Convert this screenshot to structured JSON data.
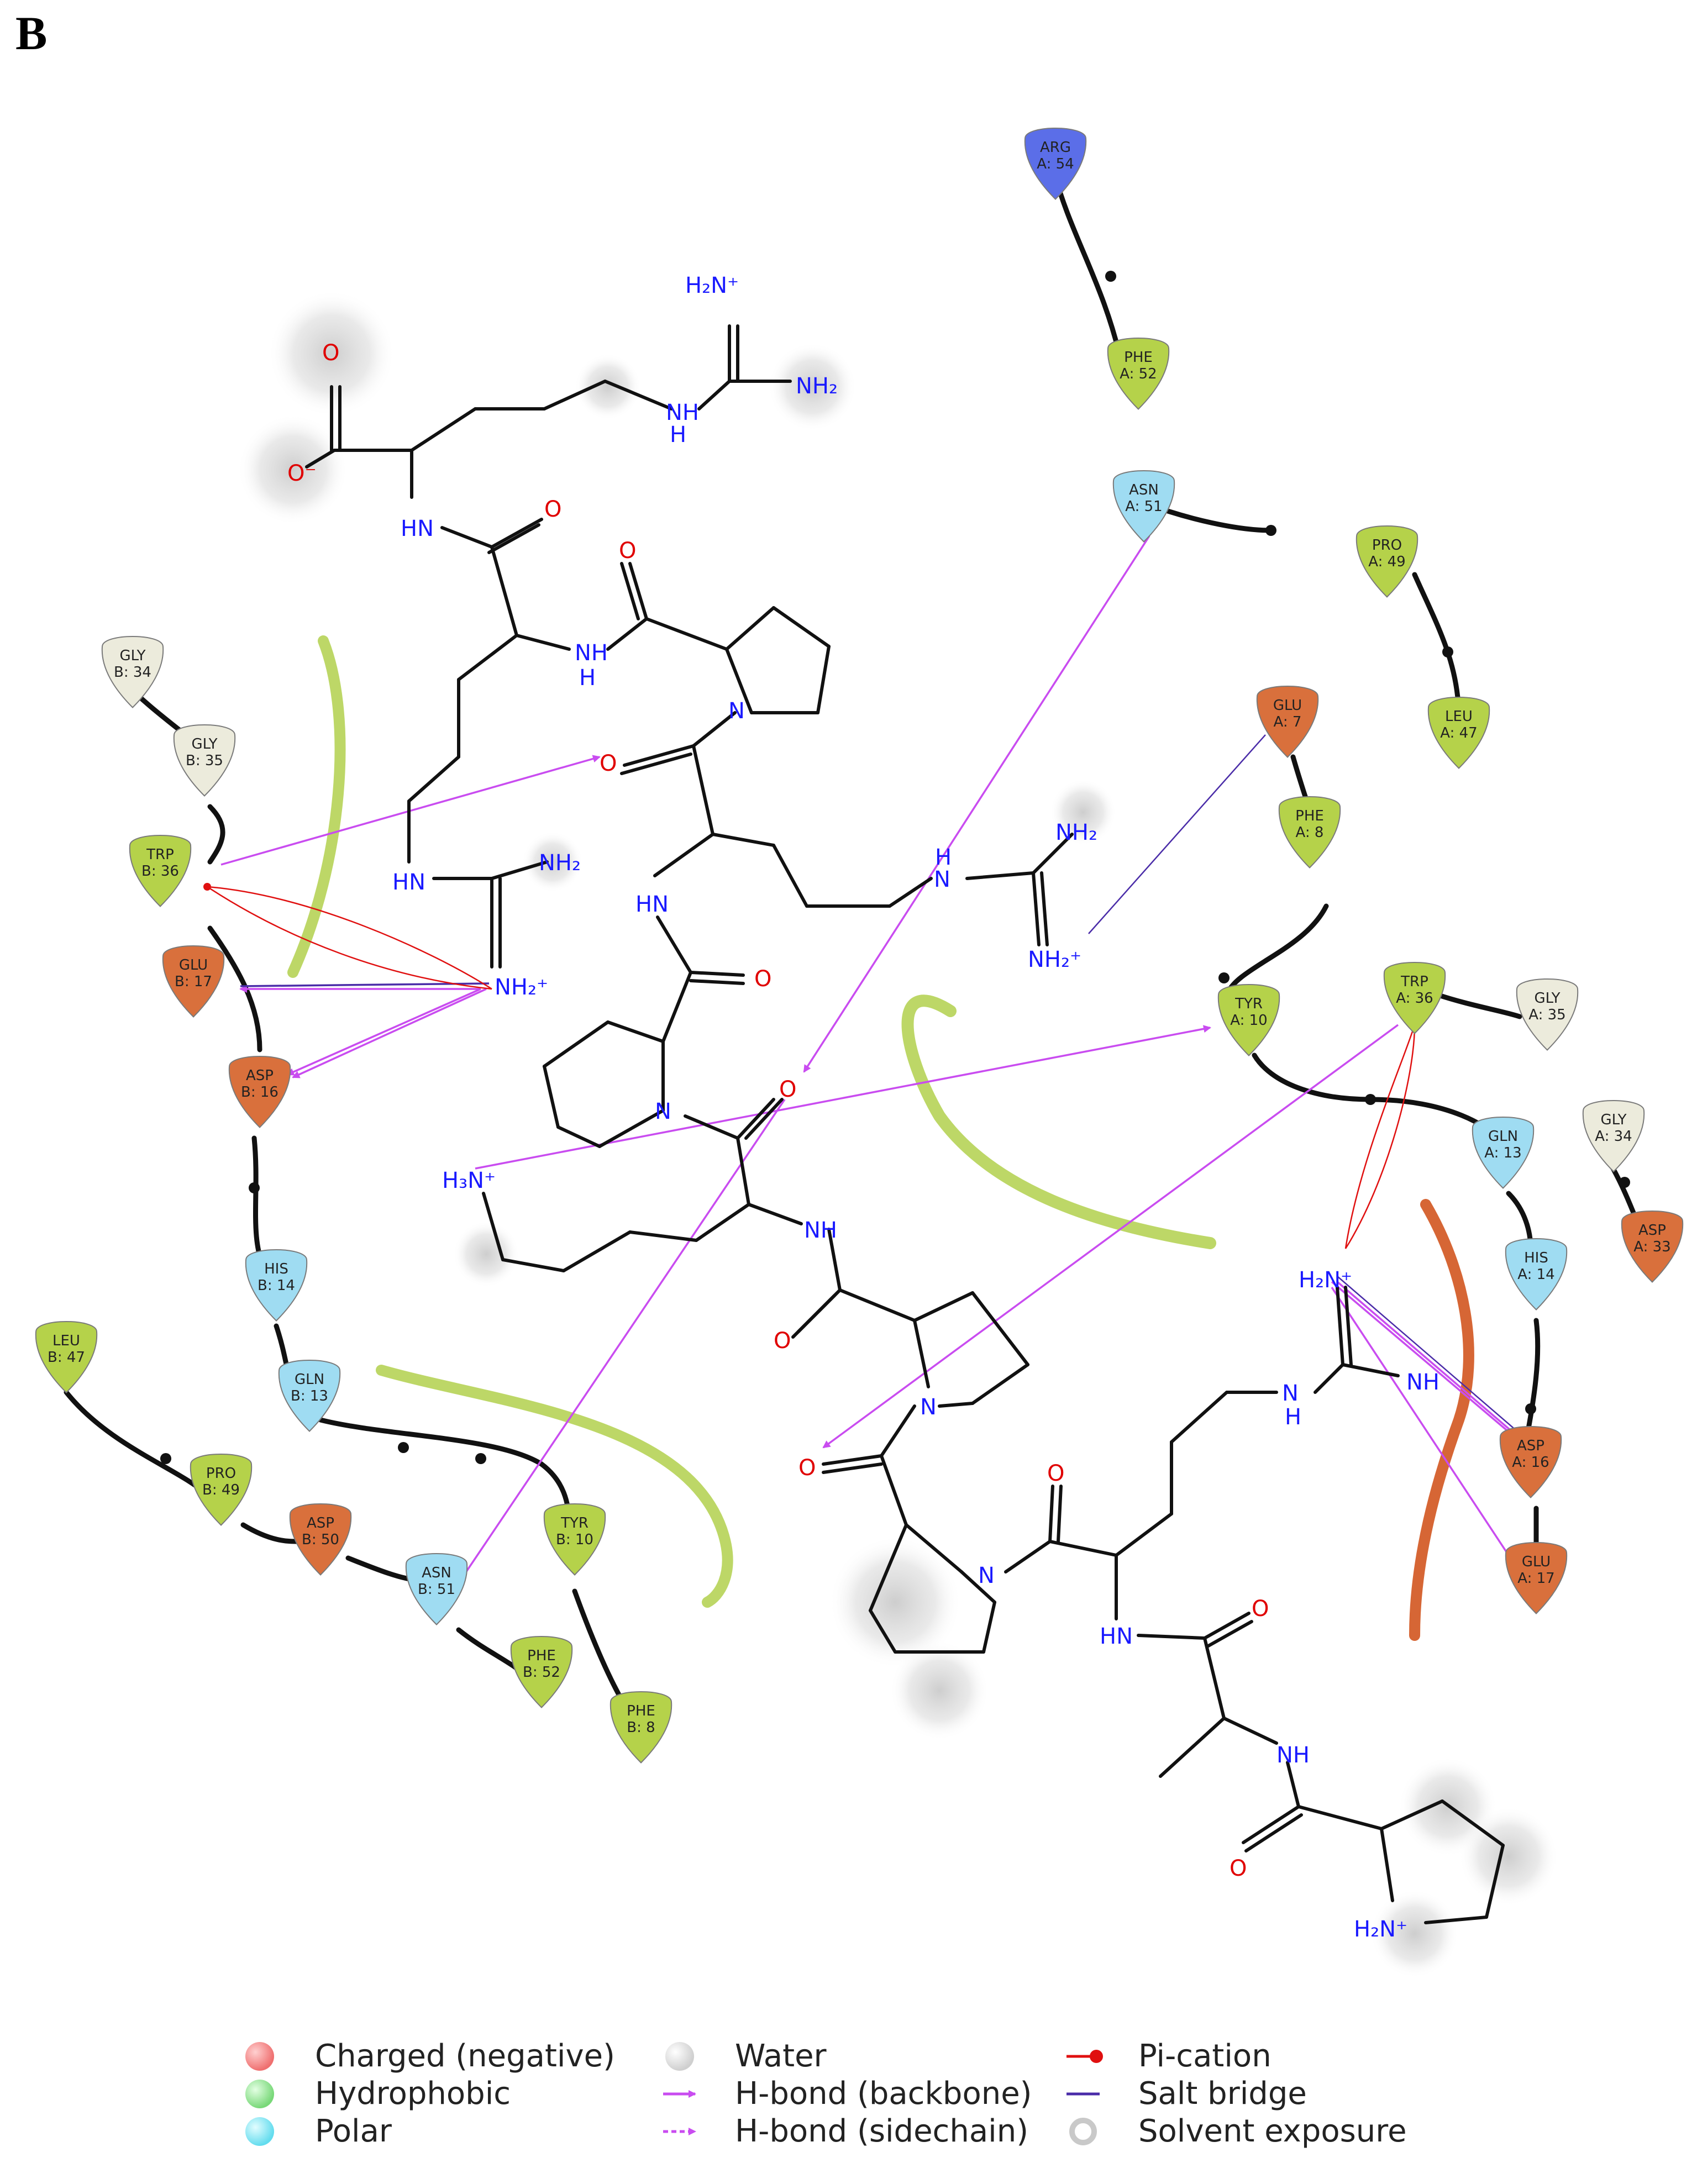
{
  "panel_label": "B",
  "residues": [
    {
      "id": "r1",
      "label": "ARG",
      "sub": "A: 54",
      "kind": "positive",
      "color": "#5b6ee8"
    },
    {
      "id": "r2",
      "label": "PHE",
      "sub": "A: 52",
      "kind": "hydrophobic",
      "color": "#b5d24a"
    },
    {
      "id": "r3",
      "label": "ASN",
      "sub": "A: 51",
      "kind": "polar",
      "color": "#9fdcf2"
    },
    {
      "id": "r4",
      "label": "PRO",
      "sub": "A: 49",
      "kind": "hydrophobic",
      "color": "#b5d24a"
    },
    {
      "id": "r5",
      "label": "LEU",
      "sub": "A: 47",
      "kind": "hydrophobic",
      "color": "#b5d24a"
    },
    {
      "id": "r6",
      "label": "GLU",
      "sub": "A: 7",
      "kind": "negative",
      "color": "#d9703c"
    },
    {
      "id": "r7",
      "label": "PHE",
      "sub": "A: 8",
      "kind": "hydrophobic",
      "color": "#b5d24a"
    },
    {
      "id": "r8",
      "label": "TYR",
      "sub": "A: 10",
      "kind": "hydrophobic",
      "color": "#b5d24a"
    },
    {
      "id": "r9",
      "label": "TRP",
      "sub": "A: 36",
      "kind": "hydrophobic",
      "color": "#b5d24a"
    },
    {
      "id": "r10",
      "label": "GLY",
      "sub": "A: 35",
      "kind": "glycine",
      "color": "#ecebdc"
    },
    {
      "id": "r11",
      "label": "GLY",
      "sub": "A: 34",
      "kind": "glycine",
      "color": "#ecebdc"
    },
    {
      "id": "r12",
      "label": "ASP",
      "sub": "A: 33",
      "kind": "negative",
      "color": "#d9703c"
    },
    {
      "id": "r13",
      "label": "GLN",
      "sub": "A: 13",
      "kind": "polar",
      "color": "#9fdcf2"
    },
    {
      "id": "r14",
      "label": "HIS",
      "sub": "A: 14",
      "kind": "polar",
      "color": "#9fdcf2"
    },
    {
      "id": "r15",
      "label": "ASP",
      "sub": "A: 16",
      "kind": "negative",
      "color": "#d9703c"
    },
    {
      "id": "r16",
      "label": "GLU",
      "sub": "A: 17",
      "kind": "negative",
      "color": "#d9703c"
    },
    {
      "id": "r17",
      "label": "GLY",
      "sub": "B: 34",
      "kind": "glycine",
      "color": "#ecebdc"
    },
    {
      "id": "r18",
      "label": "GLY",
      "sub": "B: 35",
      "kind": "glycine",
      "color": "#ecebdc"
    },
    {
      "id": "r19",
      "label": "TRP",
      "sub": "B: 36",
      "kind": "hydrophobic",
      "color": "#b5d24a"
    },
    {
      "id": "r20",
      "label": "GLU",
      "sub": "B: 17",
      "kind": "negative",
      "color": "#d9703c"
    },
    {
      "id": "r21",
      "label": "ASP",
      "sub": "B: 16",
      "kind": "negative",
      "color": "#d9703c"
    },
    {
      "id": "r22",
      "label": "HIS",
      "sub": "B: 14",
      "kind": "polar",
      "color": "#9fdcf2"
    },
    {
      "id": "r23",
      "label": "GLN",
      "sub": "B: 13",
      "kind": "polar",
      "color": "#9fdcf2"
    },
    {
      "id": "r24",
      "label": "LEU",
      "sub": "B: 47",
      "kind": "hydrophobic",
      "color": "#b5d24a"
    },
    {
      "id": "r25",
      "label": "PRO",
      "sub": "B: 49",
      "kind": "hydrophobic",
      "color": "#b5d24a"
    },
    {
      "id": "r26",
      "label": "ASP",
      "sub": "B: 50",
      "kind": "negative",
      "color": "#d9703c"
    },
    {
      "id": "r27",
      "label": "ASN",
      "sub": "B: 51",
      "kind": "polar",
      "color": "#9fdcf2"
    },
    {
      "id": "r28",
      "label": "PHE",
      "sub": "B: 52",
      "kind": "hydrophobic",
      "color": "#b5d24a"
    },
    {
      "id": "r29",
      "label": "TYR",
      "sub": "B: 10",
      "kind": "hydrophobic",
      "color": "#b5d24a"
    },
    {
      "id": "r30",
      "label": "PHE",
      "sub": "B: 8",
      "kind": "hydrophobic",
      "color": "#b5d24a"
    }
  ],
  "atoms": {
    "h2n_plus_top": "H₂N⁺",
    "nh2_top": "NH₂",
    "nh_h_top": "NH",
    "h_top": "H",
    "o_acid": "O",
    "o_minus": "O⁻",
    "hn_1": "HN",
    "o_1": "O",
    "nh_2": "NH",
    "h_2": "H",
    "o_2": "O",
    "n_pro1": "N",
    "o_3": "O",
    "hn_left_arg": "HN",
    "nh2_left_arg": "NH₂",
    "nh2_plus_left": "NH₂⁺",
    "hn_3": "HN",
    "o_4": "O",
    "nh_h_right": "H",
    "n_right_arg": "N",
    "nh2_right_top": "NH₂",
    "nh2_plus_right": "NH₂⁺",
    "n_pro2": "N",
    "o_5": "O",
    "h3n_plus": "H₃N⁺",
    "nh_4": "NH",
    "o_6": "O",
    "n_pro3": "N",
    "o_7": "O",
    "n_pro4": "N",
    "o_8": "O",
    "h2n_plus_right": "H₂N⁺",
    "nh_right": "NH",
    "n_h_right": "N",
    "h_right2": "H",
    "hn_5": "HN",
    "o_9": "O",
    "nh_6": "NH",
    "o_10": "O",
    "h2n_plus_pro": "H₂N⁺"
  },
  "legend": [
    {
      "label": "Charged (negative)",
      "symbol": "sphere",
      "color": "#f28080"
    },
    {
      "label": "Hydrophobic",
      "symbol": "sphere",
      "color": "#8ee08e"
    },
    {
      "label": "Polar",
      "symbol": "sphere",
      "color": "#7fe6f2"
    },
    {
      "label": "Water",
      "symbol": "sphere",
      "color": "#d9d9d9"
    },
    {
      "label": "H-bond (backbone)",
      "symbol": "arrow-solid",
      "color": "#c94cf0"
    },
    {
      "label": "H-bond (sidechain)",
      "symbol": "arrow-dashed",
      "color": "#c94cf0"
    },
    {
      "label": "Pi-cation",
      "symbol": "pi-cation",
      "color": "#e01010"
    },
    {
      "label": "Salt bridge",
      "symbol": "salt-bridge",
      "color": "#4a2ca8"
    },
    {
      "label": "Solvent exposure",
      "symbol": "halo",
      "color": "#bbbbbb"
    }
  ]
}
